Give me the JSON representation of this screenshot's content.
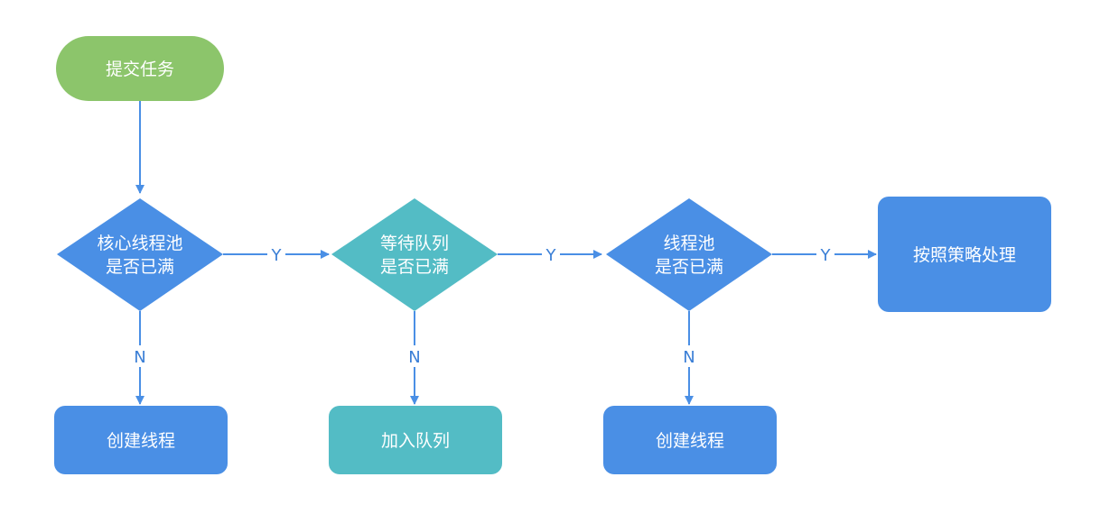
{
  "colors": {
    "start": "#8cc56b",
    "process": "#4a8fe5",
    "teal": "#53bcc5",
    "edge": "#4a8fe5",
    "label": "#3b7fd6"
  },
  "nodes": {
    "start": {
      "label": "提交任务"
    },
    "core_check": {
      "line1": "核心线程池",
      "line2": "是否已满"
    },
    "queue_check": {
      "line1": "等待队列",
      "line2": "是否已满"
    },
    "pool_check": {
      "line1": "线程池",
      "line2": "是否已满"
    },
    "policy": {
      "label": "按照策略处理"
    },
    "create_thread_1": {
      "label": "创建线程"
    },
    "enqueue": {
      "label": "加入队列"
    },
    "create_thread_2": {
      "label": "创建线程"
    }
  },
  "edges": {
    "yes": "Y",
    "no": "N"
  }
}
